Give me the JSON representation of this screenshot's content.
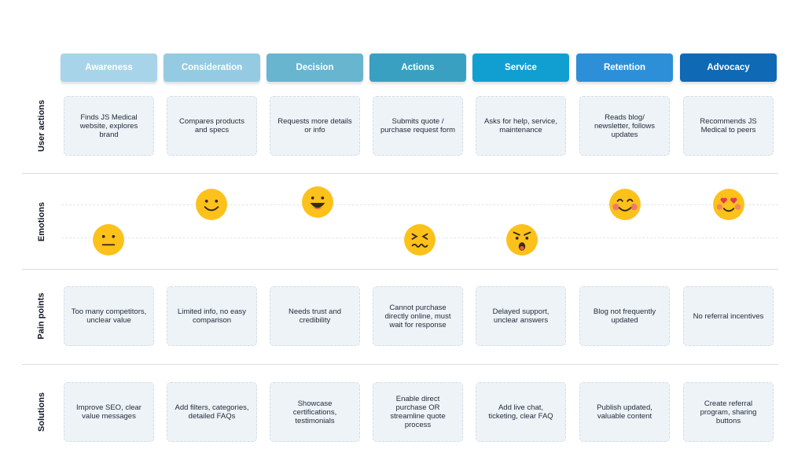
{
  "stages": [
    {
      "label": "Awareness",
      "color": "#a8d4ea"
    },
    {
      "label": "Consideration",
      "color": "#94cbe3"
    },
    {
      "label": "Decision",
      "color": "#68b5d0"
    },
    {
      "label": "Actions",
      "color": "#3aa0c2"
    },
    {
      "label": "Service",
      "color": "#119fd1"
    },
    {
      "label": "Retention",
      "color": "#2d8fd8"
    },
    {
      "label": "Advocacy",
      "color": "#0f69b4"
    }
  ],
  "rows": {
    "user_actions": {
      "label": "User actions",
      "cards": [
        "Finds JS Medical website, explores brand",
        "Compares products and specs",
        "Requests more details or info",
        "Submits quote / purchase request form",
        "Asks for help, service, maintenance",
        "Reads blog/ newsletter, follows updates",
        "Recommends JS Medical to peers"
      ]
    },
    "emotions": {
      "label": "Emotions",
      "faces": [
        {
          "icon": "neutral-face-icon",
          "level": "low"
        },
        {
          "icon": "smiling-face-icon",
          "level": "high"
        },
        {
          "icon": "grinning-face-icon",
          "level": "high"
        },
        {
          "icon": "confounded-face-icon",
          "level": "low"
        },
        {
          "icon": "angry-face-icon",
          "level": "low"
        },
        {
          "icon": "blushing-face-icon",
          "level": "high"
        },
        {
          "icon": "heart-eyes-face-icon",
          "level": "high"
        }
      ]
    },
    "pain_points": {
      "label": "Pain points",
      "cards": [
        "Too many competitors, unclear value",
        "Limited info, no easy comparison",
        "Needs trust and credibility",
        "Cannot purchase directly online, must wait for response",
        "Delayed support, unclear answers",
        "Blog not frequently updated",
        "No referral incentives"
      ]
    },
    "solutions": {
      "label": "Solutions",
      "cards": [
        "Improve SEO, clear value messages",
        "Add filters, categories, detailed FAQs",
        "Showcase certifications, testimonials",
        "Enable direct purchase OR streamline quote process",
        "Add live chat, ticketing, clear FAQ",
        "Publish updated, valuable content",
        "Create referral program, sharing buttons"
      ]
    }
  }
}
